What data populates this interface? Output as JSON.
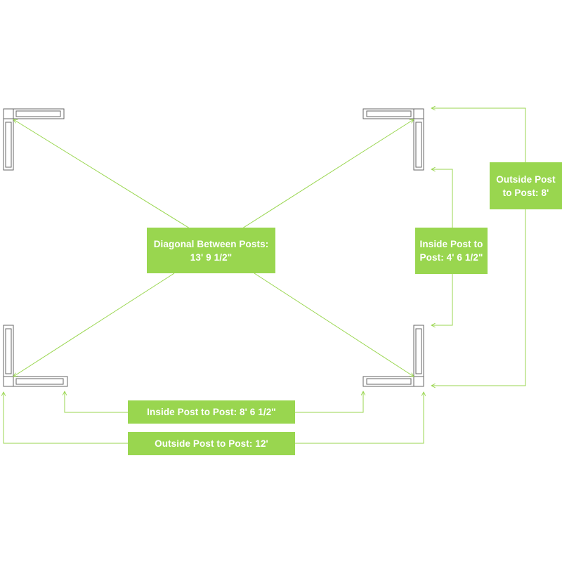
{
  "colors": {
    "accent": "#99d64f",
    "post_stroke": "#666666",
    "post_fill": "#ffffff",
    "background": "#ffffff"
  },
  "labels": {
    "diagonal": {
      "line1": "Diagonal Between Posts:",
      "line2": "13' 9 1/2\""
    },
    "inside_vertical": {
      "line1": "Inside Post to",
      "line2": "Post: 4' 6 1/2\""
    },
    "outside_vertical": {
      "line1": "Outside Post",
      "line2": "to Post: 8'"
    },
    "inside_horizontal": {
      "line1": "Inside Post to Post: 8' 6 1/2\""
    },
    "outside_horizontal": {
      "line1": "Outside Post to Post: 12'"
    }
  }
}
